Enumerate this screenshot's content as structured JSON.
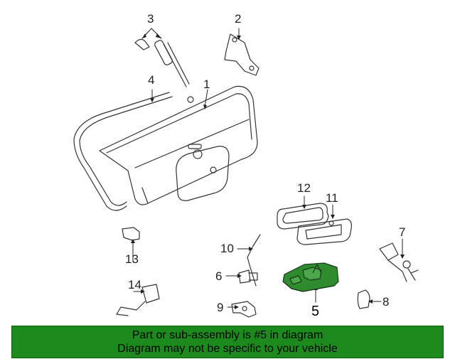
{
  "callouts": {
    "c1": "1",
    "c2": "2",
    "c3": "3",
    "c4": "4",
    "c5": "5",
    "c6": "6",
    "c7": "7",
    "c8": "8",
    "c9": "9",
    "c10": "10",
    "c11": "11",
    "c12": "12",
    "c13": "13",
    "c14": "14"
  },
  "banner": {
    "line1": "Part or sub-assembly is #5 in diagram",
    "line2": "Diagram may not be specific to your vehicle"
  },
  "colors": {
    "banner": "#1c8a1c",
    "highlight_part": "#2e8b2e",
    "line_art": "#333333"
  }
}
